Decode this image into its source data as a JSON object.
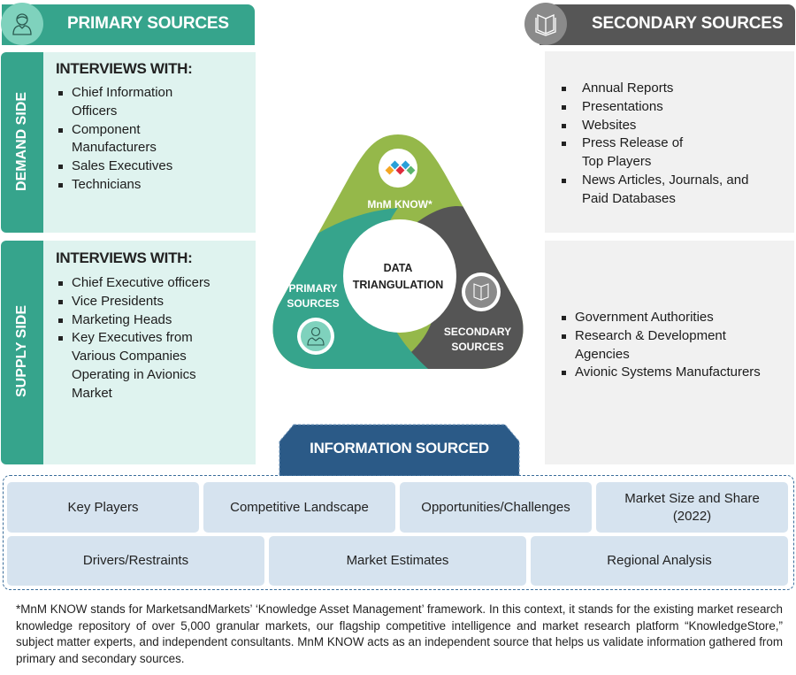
{
  "primary_sources": {
    "title": "PRIMARY SOURCES",
    "icon": "person-icon",
    "demand_side": {
      "label": "DEMAND SIDE",
      "heading": "INTERVIEWS WITH:",
      "items": [
        "Chief Information Officers",
        "Component Manufacturers",
        "Sales Executives",
        "Technicians"
      ]
    },
    "supply_side": {
      "label": "SUPPLY SIDE",
      "heading": "INTERVIEWS WITH:",
      "items": [
        "Chief Executive officers",
        "Vice Presidents",
        "Marketing Heads",
        "Key Executives from Various Companies Operating in Avionics Market"
      ]
    }
  },
  "secondary_sources": {
    "title": "SECONDARY SOURCES",
    "icon": "open-book-icon",
    "top_items": [
      "Annual Reports",
      "Presentations",
      "Websites",
      "Press Release of Top Players",
      "News Articles, Journals, and Paid Databases"
    ],
    "bottom_items": [
      "Government Authorities",
      "Research & Development Agencies",
      "Avionic Systems Manufacturers"
    ]
  },
  "triangulation": {
    "center_line1": "DATA",
    "center_line2": "TRIANGULATION",
    "mnm_know_label": "MnM KNOW*",
    "primary_line1": "PRIMARY",
    "primary_line2": "SOURCES",
    "secondary_line1": "SECONDARY",
    "secondary_line2": "SOURCES"
  },
  "information_sourced": {
    "title": "INFORMATION SOURCED",
    "row1": [
      "Key Players",
      "Competitive Landscape",
      "Opportunities/Challenges",
      "Market Size and Share (2022)"
    ],
    "row2": [
      "Drivers/Restraints",
      "Market Estimates",
      "Regional Analysis"
    ]
  },
  "footnote": "*MnM KNOW stands for MarketsandMarkets’ ‘Knowledge Asset Management’ framework. In this context, it stands for the existing market research knowledge repository of over 5,000 granular markets, our flagship competitive intelligence and market research platform “KnowledgeStore,” subject matter experts, and independent consultants. MnM KNOW acts as an independent source that helps us validate information gathered from primary and secondary sources.",
  "colors": {
    "primary_teal": "#36a48c",
    "primary_light": "#dff3ef",
    "secondary_gray": "#565656",
    "secondary_light": "#f1f1f1",
    "mnm_green": "#95b84a",
    "info_blue": "#2b5a87",
    "info_cell": "#d6e3ef"
  }
}
